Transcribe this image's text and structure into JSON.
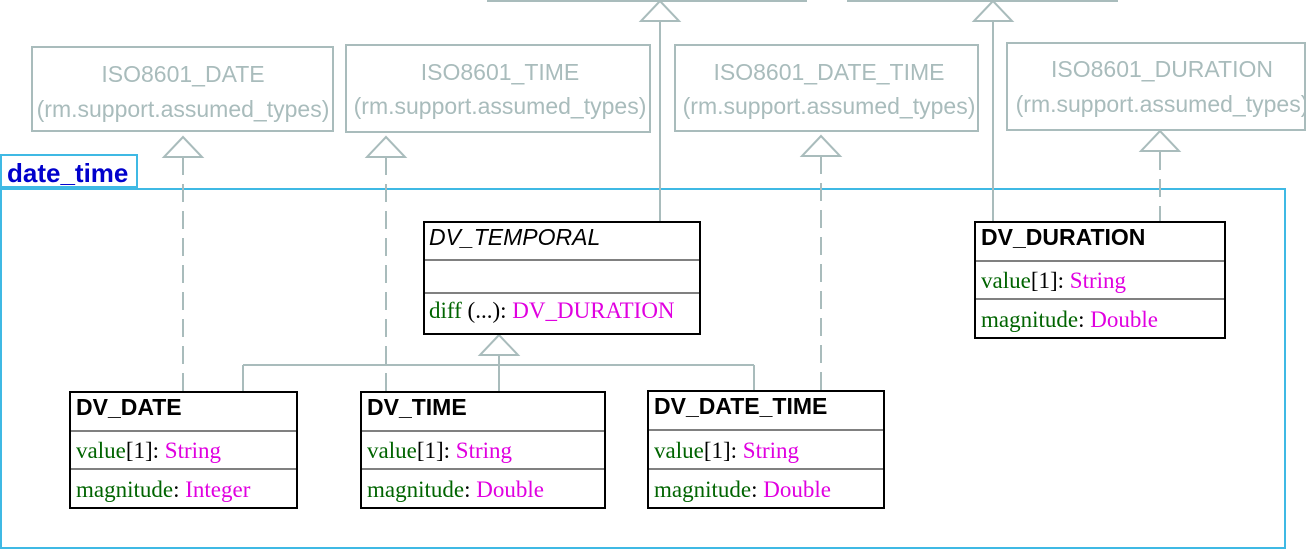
{
  "colors": {
    "package_border": "#3fb9e4",
    "package_label": "#0000cc",
    "external": "#a9bcbc",
    "connector": "#a9bcbc",
    "class_border": "#000000",
    "attr_name": "#006400",
    "attr_type": "#e000e0",
    "attr_punct": "#000000"
  },
  "package": {
    "name": "date_time"
  },
  "external_classes": [
    {
      "name": "ISO8601_DATE",
      "package": "(rm.support.assumed_types)"
    },
    {
      "name": "ISO8601_TIME",
      "package": "(rm.support.assumed_types)"
    },
    {
      "name": "ISO8601_DATE_TIME",
      "package": "(rm.support.assumed_types)"
    },
    {
      "name": "ISO8601_DURATION",
      "package": "(rm.support.assumed_types)"
    }
  ],
  "classes": {
    "dv_temporal": {
      "name": "DV_TEMPORAL",
      "operation": {
        "name": "diff",
        "args": " (...)",
        "sep": ": ",
        "type": "DV_DURATION"
      }
    },
    "dv_duration": {
      "name": "DV_DURATION",
      "attributes": [
        {
          "name": "value",
          "mult": "[1]",
          "sep": ": ",
          "type": "String"
        },
        {
          "name": "magnitude",
          "mult": "",
          "sep": ": ",
          "type": "Double"
        }
      ]
    },
    "dv_date": {
      "name": "DV_DATE",
      "attributes": [
        {
          "name": "value",
          "mult": "[1]",
          "sep": ": ",
          "type": "String"
        },
        {
          "name": "magnitude",
          "mult": "",
          "sep": ": ",
          "type": "Integer"
        }
      ]
    },
    "dv_time": {
      "name": "DV_TIME",
      "attributes": [
        {
          "name": "value",
          "mult": "[1]",
          "sep": ": ",
          "type": "String"
        },
        {
          "name": "magnitude",
          "mult": "",
          "sep": ": ",
          "type": "Double"
        }
      ]
    },
    "dv_date_time": {
      "name": "DV_DATE_TIME",
      "attributes": [
        {
          "name": "value",
          "mult": "[1]",
          "sep": ": ",
          "type": "String"
        },
        {
          "name": "magnitude",
          "mult": "",
          "sep": ": ",
          "type": "Double"
        }
      ]
    }
  }
}
